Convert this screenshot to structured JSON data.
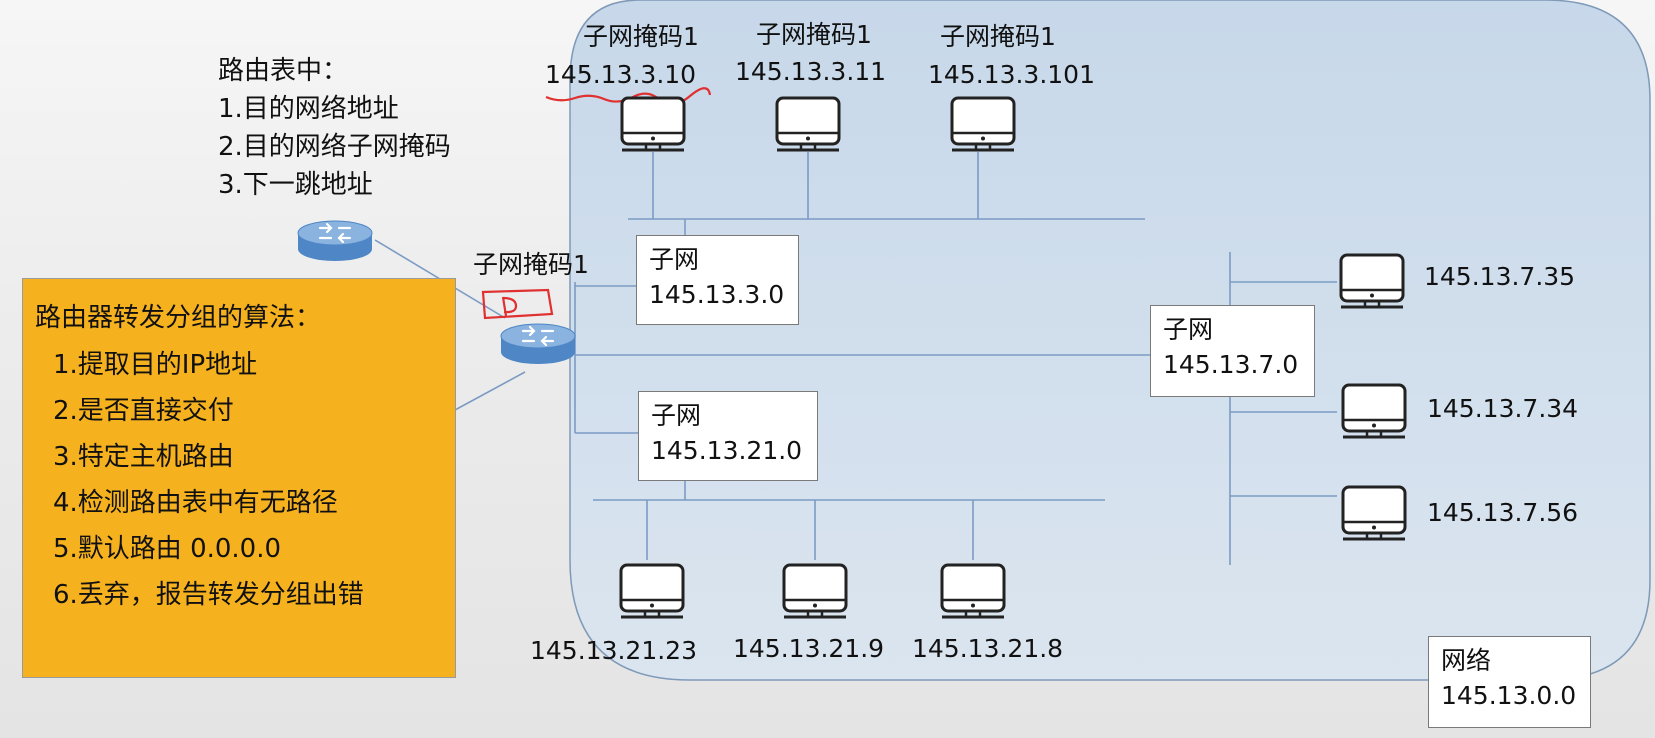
{
  "routing_table_note": {
    "title": "路由表中：",
    "items": [
      "1.目的网络地址",
      "2.目的网络子网掩码",
      "3.下一跳地址"
    ]
  },
  "algorithm": {
    "title": "路由器转发分组的算法：",
    "steps": [
      "1.提取目的IP地址",
      "2.是否直接交付",
      "3.特定主机路由",
      "4.检测路由表中有无路径",
      "5.默认路由 0.0.0.0",
      "6.丢弃，报告转发分组出错"
    ]
  },
  "router_mask_label": "子网掩码1",
  "subnets": {
    "s3": {
      "title": "子网",
      "addr": "145.13.3.0"
    },
    "s21": {
      "title": "子网",
      "addr": "145.13.21.0"
    },
    "s7": {
      "title": "子网",
      "addr": "145.13.7.0"
    }
  },
  "network": {
    "title": "网络",
    "addr": "145.13.0.0"
  },
  "hosts_top": [
    {
      "mask": "子网掩码1",
      "ip": "145.13.3.10"
    },
    {
      "mask": "子网掩码1",
      "ip": "145.13.3.11"
    },
    {
      "mask": "子网掩码1",
      "ip": "145.13.3.101"
    }
  ],
  "hosts_right": [
    {
      "ip": "145.13.7.35"
    },
    {
      "ip": "145.13.7.34"
    },
    {
      "ip": "145.13.7.56"
    }
  ],
  "hosts_bottom": [
    {
      "ip": "145.13.21.23"
    },
    {
      "ip": "145.13.21.9"
    },
    {
      "ip": "145.13.21.8"
    }
  ],
  "colors": {
    "network_fill": "#cddcec",
    "network_border": "#7f99b8",
    "link": "#7b9bc4",
    "algorithm_box": "#f6b21e",
    "router_top": "#8ab3e0",
    "router_side": "#4e86c6",
    "annotation_red": "#e03030"
  },
  "icons": {
    "router": "router-icon",
    "host": "monitor-icon"
  }
}
